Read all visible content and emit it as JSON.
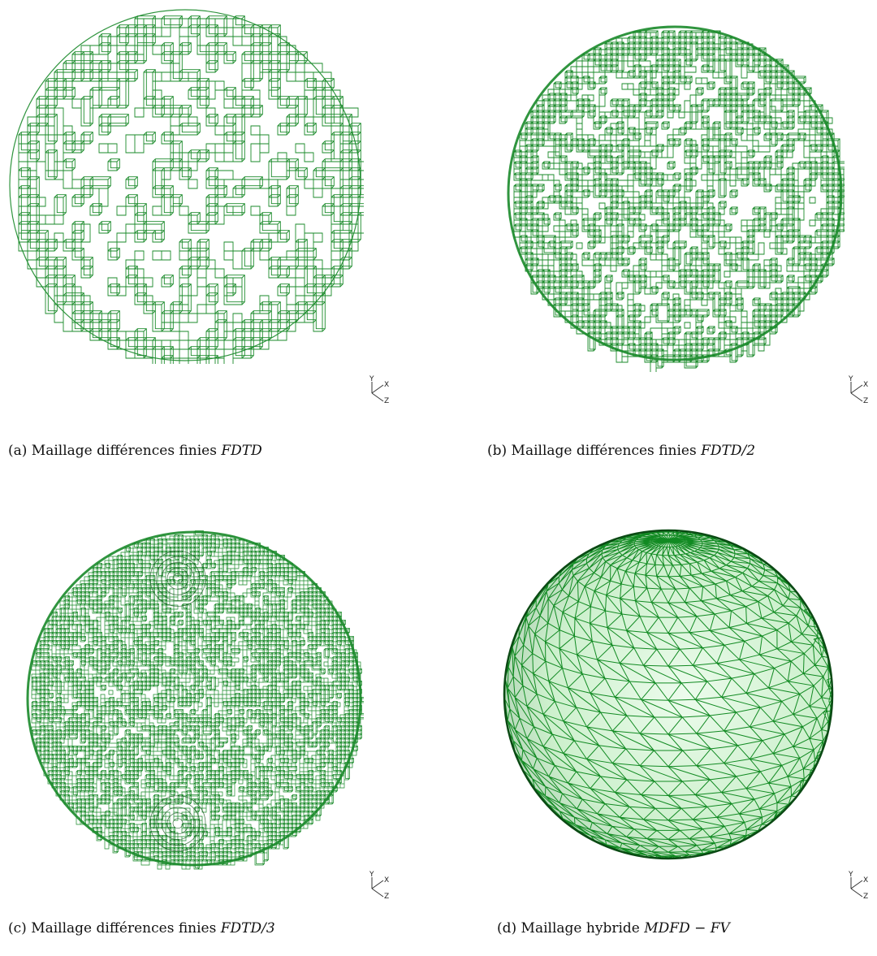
{
  "figure": {
    "panels": [
      {
        "id": "a",
        "caption_prefix": "(a) Maillage différences finies ",
        "caption_math": "FDTD",
        "mesh_kind": "voxel",
        "density_level": 1,
        "triad_labels": {
          "y": "Y",
          "x": "X",
          "z": "Z"
        }
      },
      {
        "id": "b",
        "caption_prefix": "(b) Maillage différences finies ",
        "caption_math": "FDTD/2",
        "mesh_kind": "voxel",
        "density_level": 2,
        "triad_labels": {
          "y": "Y",
          "x": "X",
          "z": "Z"
        }
      },
      {
        "id": "c",
        "caption_prefix": "(c) Maillage différences finies ",
        "caption_math": "FDTD/3",
        "mesh_kind": "voxel",
        "density_level": 3,
        "triad_labels": {
          "y": "Y",
          "x": "X",
          "z": "Z"
        }
      },
      {
        "id": "d",
        "caption_prefix": "(d) Maillage hybride ",
        "caption_math": "MDFD − FV",
        "mesh_kind": "triangular",
        "density_level": 2,
        "triad_labels": {
          "y": "Y",
          "x": "X",
          "z": "Z"
        }
      }
    ],
    "colors": {
      "mesh_line": "#1a8a2a",
      "mesh_dark": "#0b4a14",
      "triad_line": "#333333"
    }
  }
}
